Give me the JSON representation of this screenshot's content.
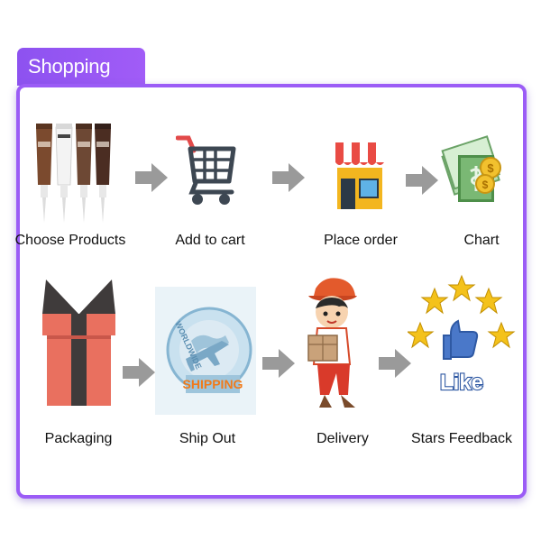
{
  "header": {
    "title": "Shopping Tips"
  },
  "steps": [
    {
      "label": "Choose Products",
      "icon": "tubes-icon"
    },
    {
      "label": "Add to cart",
      "icon": "shopping-cart-icon"
    },
    {
      "label": "Place order",
      "icon": "store-icon"
    },
    {
      "label": "Chart",
      "icon": "money-icon"
    },
    {
      "label": "Packaging",
      "icon": "gift-box-icon"
    },
    {
      "label": "Ship Out",
      "icon": "worldwide-shipping-icon"
    },
    {
      "label": "Delivery",
      "icon": "delivery-person-icon"
    },
    {
      "label": "Stars Feedback",
      "icon": "stars-like-icon"
    }
  ],
  "shipping_badge": {
    "ring_text": "WORLDWIDE",
    "band_text": "SHIPPING"
  },
  "feedback_badge": {
    "like_text": "Like"
  },
  "colors": {
    "accent": "#9b5cf6",
    "arrow": "#9a9a9a"
  }
}
